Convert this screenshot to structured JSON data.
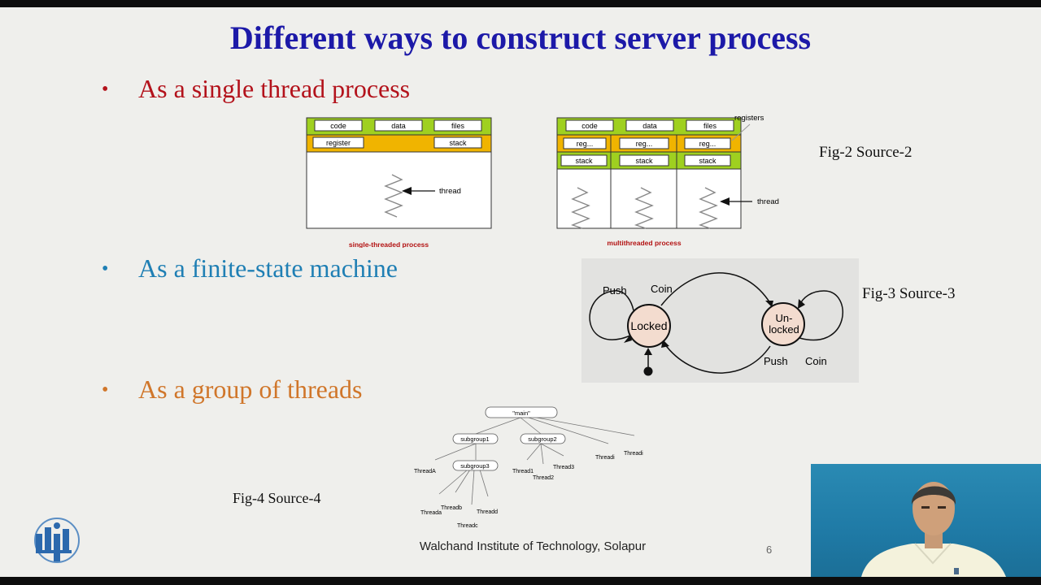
{
  "slide": {
    "title": "Different ways to construct server process",
    "bullets": [
      {
        "text": "As a single thread process",
        "color": "#b3121b"
      },
      {
        "text": "As a finite-state machine",
        "color": "#1f7fb4"
      },
      {
        "text": "As a group of threads",
        "color": "#d0762a"
      }
    ],
    "footer": "Walchand Institute of Technology, Solapur",
    "page_number": "6"
  },
  "fig2": {
    "caption": "Fig-2 Source-2",
    "single": {
      "code": "code",
      "data": "data",
      "files": "files",
      "register": "register",
      "stack": "stack",
      "thread": "thread",
      "label": "single-threaded process"
    },
    "multi": {
      "code": "code",
      "data": "data",
      "files": "files",
      "regs": [
        "reg...",
        "reg...",
        "reg..."
      ],
      "stacks": [
        "stack",
        "stack",
        "stack"
      ],
      "registers": "registers",
      "thread": "thread",
      "label": "multithreaded process"
    }
  },
  "fig3": {
    "caption": "Fig-3 Source-3",
    "locked": "Locked",
    "unlocked_1": "Un-",
    "unlocked_2": "locked",
    "push_1": "Push",
    "coin_1": "Coin",
    "push_2": "Push",
    "coin_2": "Coin"
  },
  "fig4": {
    "caption": "Fig-4 Source-4",
    "main": "\"main\"",
    "subgroup1": "subgroup1",
    "subgroup2": "subgroup2",
    "subgroup3": "subgroup3",
    "threads": {
      "a": "ThreadA",
      "b": "Threadb",
      "c": "Threadc",
      "d": "Threadd",
      "e": "Threada",
      "t1": "Thread1",
      "t2": "Thread2",
      "t3": "Thread3",
      "ti": "Threadi",
      "tj": "Threadi"
    }
  },
  "colors": {
    "title": "#1c19a8",
    "green": "#9fd020",
    "orange": "#f0b400"
  }
}
